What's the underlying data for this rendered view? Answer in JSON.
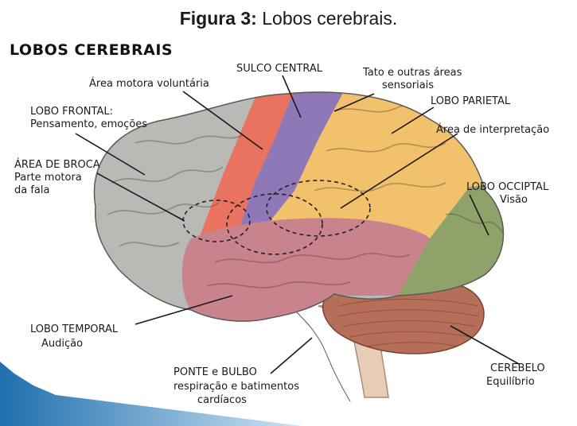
{
  "figure_caption": {
    "prefix": "Figura 3:",
    "text": "Lobos cerebrais."
  },
  "title": "LOBOS CEREBRAIS",
  "labels": {
    "sulco_central": "SULCO CENTRAL",
    "tato_line1": "Tato e outras áreas",
    "tato_line2": "sensoriais",
    "area_motora": "Área motora voluntária",
    "lobo_parietal": "LOBO PARIETAL",
    "lobo_frontal_line1": "LOBO FRONTAL:",
    "lobo_frontal_line2": "Pensamento, emoções",
    "area_interpretacao": "Área de interpretação",
    "area_broca_line1": "ÁREA DE BROCA",
    "area_broca_line2": "Parte motora",
    "area_broca_line3": "da fala",
    "lobo_occipital_line1": "LOBO OCCIPTAL",
    "lobo_occipital_line2": "Visão",
    "lobo_temporal_line1": "LOBO TEMPORAL",
    "lobo_temporal_line2": "Audição",
    "ponte_line1": "PONTE e BULBO",
    "ponte_line2": "respiração e batimentos",
    "ponte_line3": "cardíacos",
    "cerebelo_line1": "CEREBELO",
    "cerebelo_line2": "Equilíbrio"
  },
  "colors": {
    "frontal": "#b9b9b6",
    "motor": "#e9735e",
    "sensory": "#8e78b8",
    "parietal": "#f2c16c",
    "occipital": "#8fa26a",
    "temporal": "#c8838d",
    "cerebellum": "#b56e58",
    "brainstem": "#e8cdb6",
    "slide_accent": "#2f7fb8"
  }
}
